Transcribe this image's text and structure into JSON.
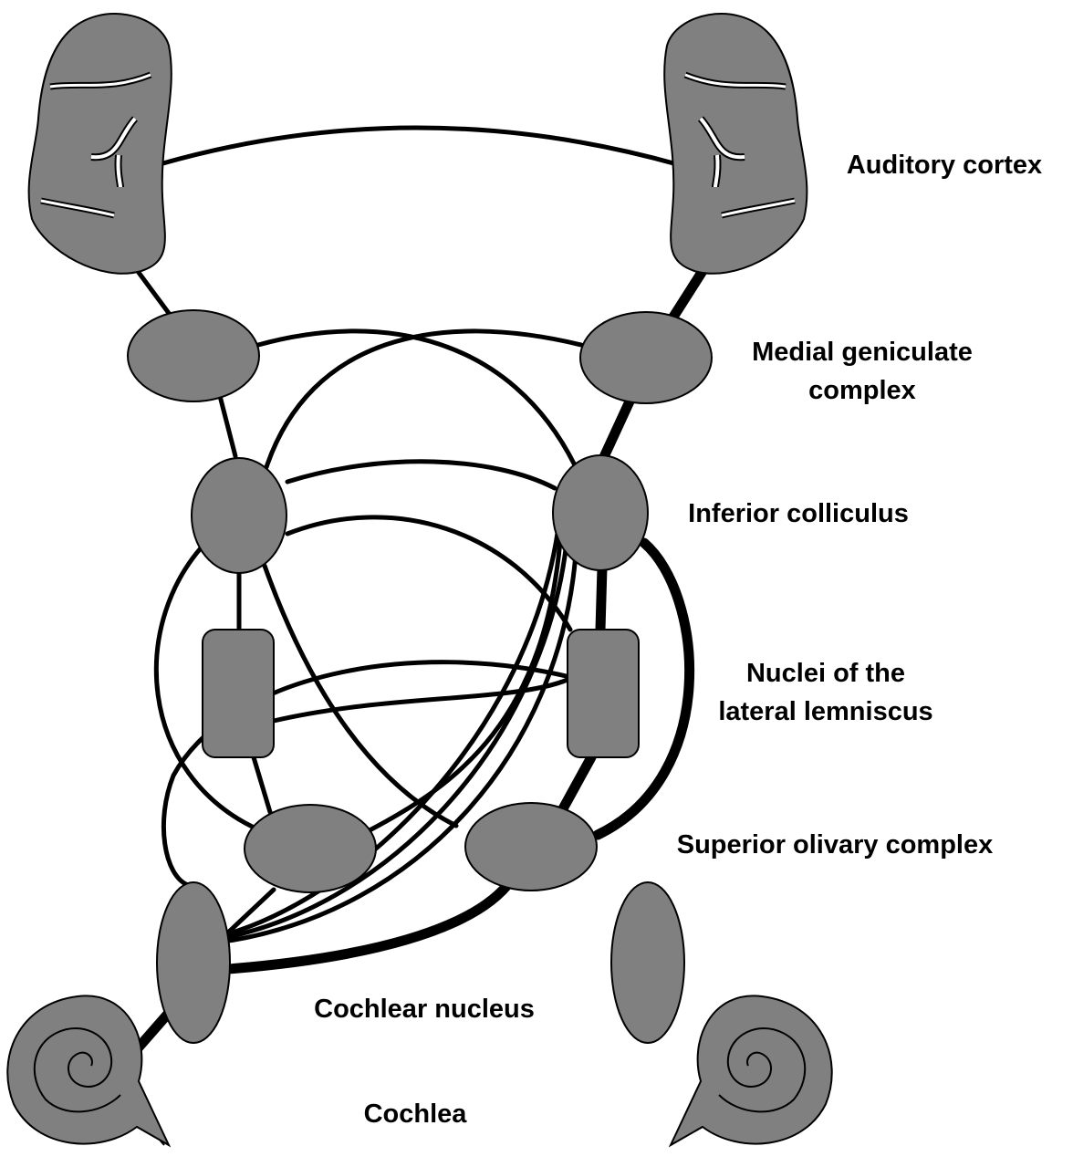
{
  "labels": {
    "auditory_cortex": "Auditory cortex",
    "medial_geniculate_line1": "Medial geniculate",
    "medial_geniculate_line2": "complex",
    "inferior_colliculus": "Inferior colliculus",
    "lateral_lemniscus_line1": "Nuclei of the",
    "lateral_lemniscus_line2": "lateral lemniscus",
    "superior_olivary": "Superior olivary complex",
    "cochlear_nucleus": "Cochlear nucleus",
    "cochlea": "Cochlea"
  },
  "colors": {
    "structure_fill": "#808080",
    "fiber": "#000000",
    "background": "#ffffff"
  }
}
